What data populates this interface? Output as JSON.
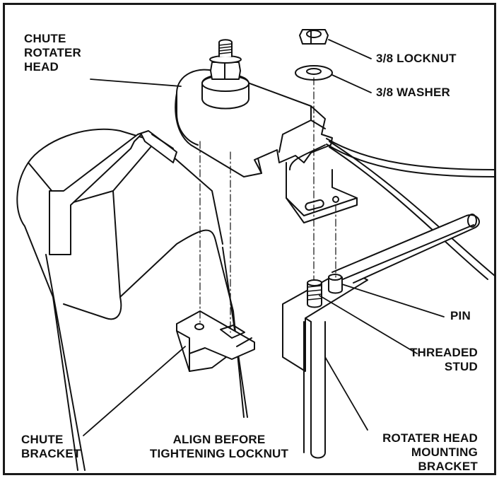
{
  "labels": {
    "chute_rotater_head": [
      "CHUTE",
      "ROTATER",
      "HEAD"
    ],
    "locknut": "3/8 LOCKNUT",
    "washer": "3/8 WASHER",
    "pin": "PIN",
    "threaded_stud": [
      "THREADED",
      "STUD"
    ],
    "chute_bracket": [
      "CHUTE",
      "BRACKET"
    ],
    "align_note": [
      "ALIGN BEFORE",
      "TIGHTENING LOCKNUT"
    ],
    "mounting_bracket": [
      "ROTATER HEAD",
      "MOUNTING",
      "BRACKET"
    ]
  },
  "colors": {
    "line": "#111111",
    "background": "#ffffff"
  }
}
